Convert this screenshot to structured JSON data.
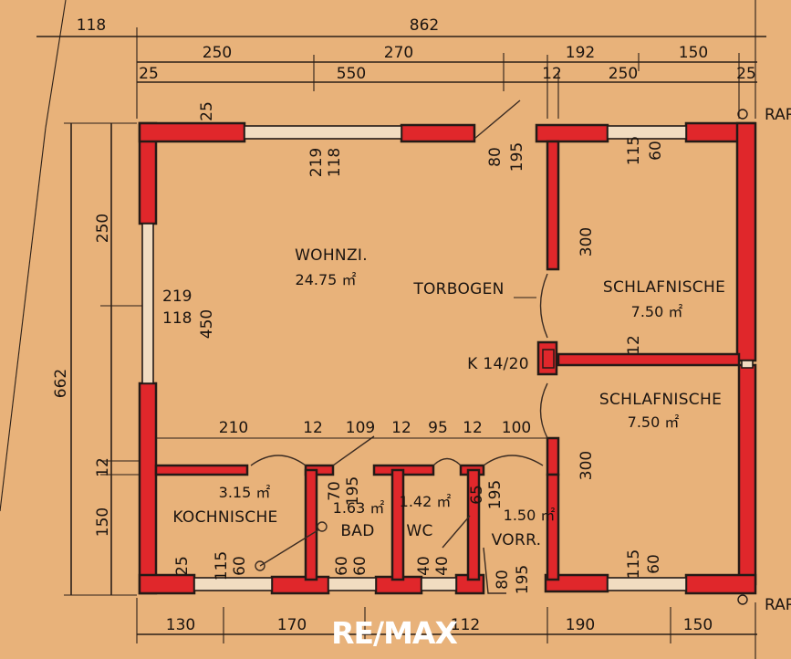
{
  "rooms": {
    "wohnzimmer": {
      "name": "WOHNZI.",
      "area": "24.75 ㎡"
    },
    "schlafnische1": {
      "name": "SCHLAFNISCHE",
      "area": "7.50 ㎡"
    },
    "schlafnische2": {
      "name": "SCHLAFNISCHE",
      "area": "7.50 ㎡"
    },
    "kochnische": {
      "name": "KOCHNISCHE",
      "area": "3.15 ㎡"
    },
    "bad": {
      "name": "BAD",
      "area": "1.63 ㎡"
    },
    "wc": {
      "name": "WC",
      "area": "1.42 ㎡"
    },
    "vorraum": {
      "name": "VORR.",
      "area": "1.50 ㎡"
    }
  },
  "labels": {
    "torbogen": "TORBOGEN",
    "kamin": "K 14/20",
    "rar_top": "RAR",
    "rar_bottom": "RAR"
  },
  "dimensions": {
    "top_row1": [
      "118",
      "862"
    ],
    "top_row2": [
      "250",
      "270",
      "192",
      "150"
    ],
    "top_row3": [
      "25",
      "550",
      "12",
      "250",
      "25"
    ],
    "inner_horizontal": [
      "210",
      "12",
      "109",
      "12",
      "95",
      "12",
      "100"
    ],
    "bottom": [
      "130",
      "170",
      "112",
      "190",
      "150"
    ],
    "left_vertical": [
      "662",
      "250",
      "12",
      "150"
    ],
    "wohn_left_window": [
      "219",
      "118"
    ],
    "wohn_top_window": [
      "219",
      "118"
    ],
    "wohn_height": "450",
    "wall_25": "25",
    "wall_25_bottom": "25",
    "door_top": [
      "80",
      "195"
    ],
    "schlaf_win_top": [
      "115",
      "60"
    ],
    "schlaf_win_bottom": [
      "115",
      "60"
    ],
    "schlaf_wall_12": "12",
    "schlaf1_height": "300",
    "schlaf2_height": "300",
    "bad_door": [
      "70",
      "195"
    ],
    "wc_door": [
      "65",
      "195"
    ],
    "koch_win": [
      "115",
      "60"
    ],
    "bad_win": [
      "60",
      "60"
    ],
    "wc_win": [
      "40",
      "40"
    ],
    "vorr_door": [
      "80",
      "195"
    ]
  },
  "watermark": "RE/MAX",
  "colors": {
    "paper": "#E8B27A",
    "wall": "#E0272B",
    "ink": "#1b1410"
  }
}
